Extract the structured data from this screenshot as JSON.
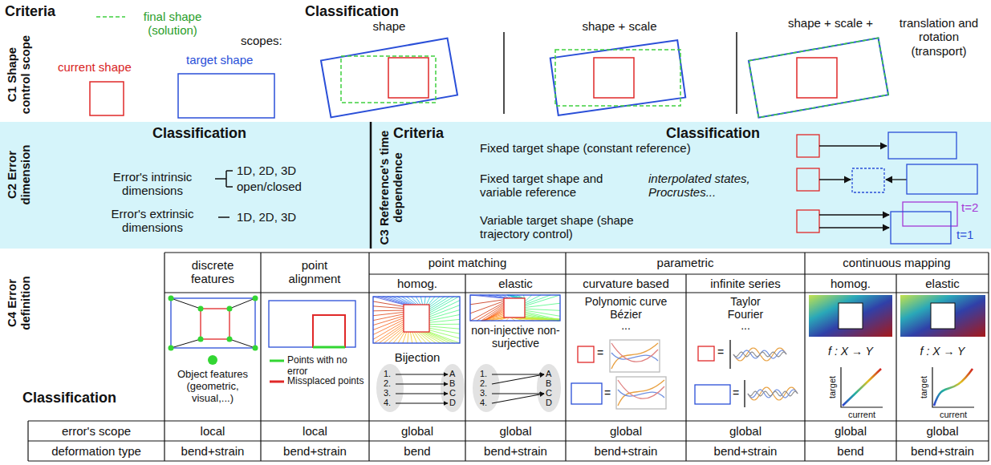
{
  "diagram": {
    "labels": [
      "Criteria",
      "C1 Shape control scope",
      "final shape (solution)",
      "current shape",
      "target shape",
      "scopes:",
      "Classification",
      "shape",
      "shape + scale",
      "shape + scale +",
      "translation and rotation (transport)",
      "Classification",
      "C2 Error dimension",
      "Error's intrinsic dimensions",
      "1D, 2D, 3D",
      "open/closed",
      "Error's extrinsic dimensions",
      "1D, 2D, 3D",
      "Criteria",
      "C3 Reference's time dependence",
      "Classification",
      "Fixed target shape (constant reference)",
      "Fixed target shape and variable reference",
      "interpolated states, Procrustes...",
      "Variable target shape (shape trajectory control)",
      "t=2",
      "t=1",
      "C4 Error definition",
      "Classification",
      "discrete features",
      "point alignment",
      "point matching",
      "parametric",
      "continuous mapping",
      "homog.",
      "elastic",
      "curvature based",
      "infinite series",
      "homog.",
      "elastic",
      "Object features (geometric, visual,...)",
      "Points with no error",
      "Missplaced points",
      "Bijection",
      "1.",
      "2.",
      "3.",
      "4.",
      "A",
      "B",
      "C",
      "D",
      "non-injective non-surjective",
      "1.",
      "2.",
      "3.",
      "4.",
      "A",
      "B",
      "C",
      "D",
      "Polynomic curve",
      "Bézier",
      "...",
      "Taylor",
      "Fourier",
      "...",
      "=",
      "=",
      "=",
      "=",
      "f : X → Y",
      "target",
      "current",
      "f : X → Y",
      "target",
      "current",
      "error's scope",
      "local",
      "local",
      "global",
      "global",
      "global",
      "global",
      "global",
      "global",
      "deformation type",
      "bend+strain",
      "bend+strain",
      "bend",
      "bend+strain",
      "bend+strain",
      "bend+strain",
      "bend",
      "bend+strain"
    ]
  }
}
